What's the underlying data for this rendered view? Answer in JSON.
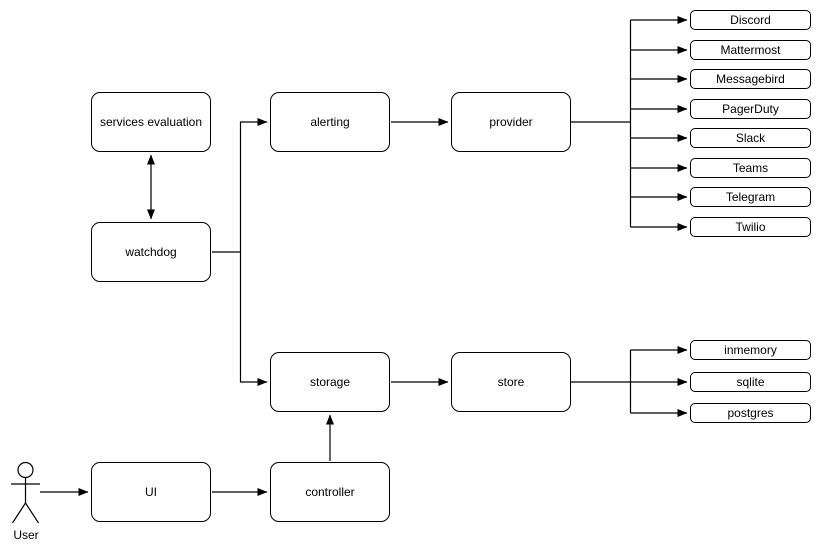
{
  "diagram": {
    "nodes": {
      "services_evaluation": "services evaluation",
      "watchdog": "watchdog",
      "alerting": "alerting",
      "provider": "provider",
      "storage": "storage",
      "store": "store",
      "ui": "UI",
      "controller": "controller"
    },
    "providers": [
      "Discord",
      "Mattermost",
      "Messagebird",
      "PagerDuty",
      "Slack",
      "Teams",
      "Telegram",
      "Twilio"
    ],
    "stores": [
      "inmemory",
      "sqlite",
      "postgres"
    ],
    "actor_label": "User",
    "colors": {
      "line": "#000000",
      "fill": "#ffffff",
      "background": "#ffffff",
      "text": "#000000"
    }
  }
}
